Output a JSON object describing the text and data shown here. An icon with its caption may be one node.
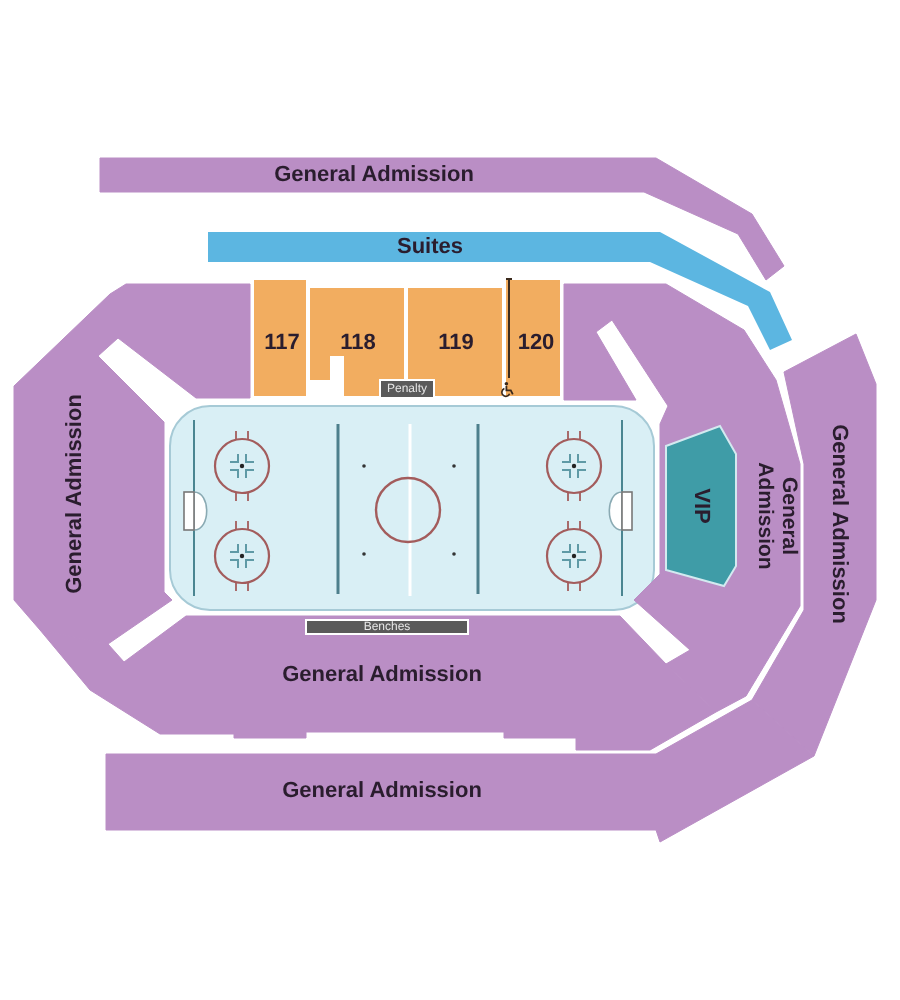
{
  "diagram": {
    "nodes": [
      {
        "text": [
          "General Admission"
        ]
      },
      {
        "text": [
          "Suites"
        ]
      },
      {
        "text": [
          "117"
        ]
      },
      {
        "text": [
          "118"
        ]
      },
      {
        "text": [
          "119"
        ]
      },
      {
        "text": [
          "120"
        ]
      },
      {
        "text": [
          "Penalty"
        ]
      },
      {
        "text": [
          "General Admission"
        ]
      },
      {
        "text": [
          "General Admission"
        ]
      },
      {
        "text": [
          "VIP"
        ],
        "in": 8
      },
      {
        "text": [
          "General Admission"
        ]
      },
      {
        "text": [
          "General Admission"
        ]
      },
      {
        "text": [
          "Benches"
        ],
        "in": 11
      },
      {
        "text": [
          "General Admission"
        ]
      }
    ]
  }
}
